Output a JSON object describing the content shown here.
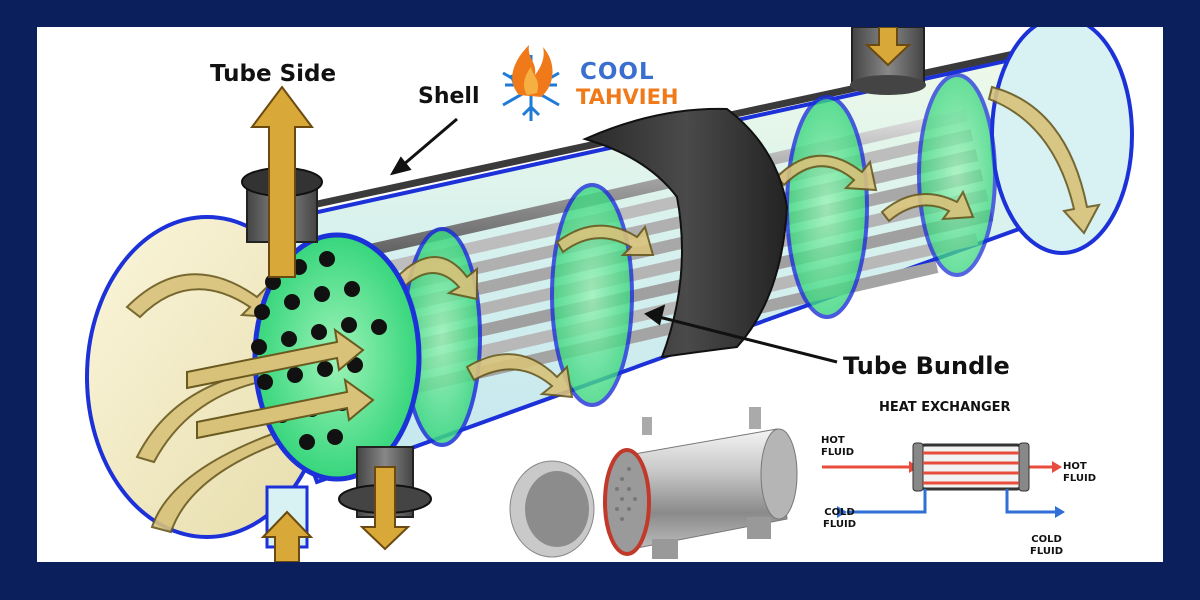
{
  "labels": {
    "tube_side": "Tube Side",
    "shell": "Shell",
    "tube_bundle": "Tube Bundle"
  },
  "logo": {
    "line1": "COOL",
    "line2": "TAHVIEH",
    "icon": "flame-snowflake-icon"
  },
  "schematic": {
    "title": "HEAT EXCHANGER",
    "hot_in": "HOT\nFLUID",
    "hot_out": "HOT\nFLUID",
    "cold_in": "COLD\nFLUID",
    "cold_out": "COLD\nFLUID"
  },
  "colors": {
    "frame": "#0b1f5c",
    "shell_fill": "#d6f0f2",
    "shell_outline": "#1c32d8",
    "baffle": "#2ee07a",
    "flow_arrow": "#d8c27a",
    "hot": "#e74c3c",
    "cold": "#2f6fd6",
    "logo_blue": "#3a6fd0",
    "logo_orange": "#f07a1a"
  }
}
